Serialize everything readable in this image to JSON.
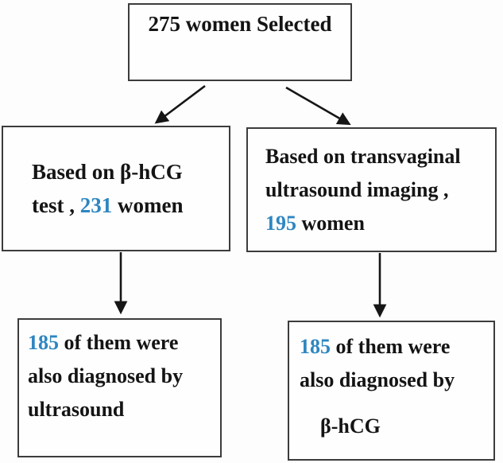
{
  "colors": {
    "accent_blue": "#2e86c1",
    "border": "#3c3c3c",
    "text": "#141414",
    "background": "#fdfdfd"
  },
  "flowchart": {
    "top": {
      "text": "275 women Selected"
    },
    "mid_left": {
      "line1": "Based on β-hCG",
      "line2_pre": "test , ",
      "number": "231",
      "line2_post": " women"
    },
    "mid_right": {
      "line1": "Based on transvaginal",
      "line2": "ultrasound imaging ,",
      "number": "195",
      "line3_post": " women"
    },
    "bottom_left": {
      "number": "185",
      "line1_post": " of them were",
      "line2": "also diagnosed by",
      "line3": "ultrasound"
    },
    "bottom_right": {
      "number": "185",
      "line1_post": " of them were",
      "line2": "also diagnosed by",
      "line3": "β-hCG"
    }
  }
}
